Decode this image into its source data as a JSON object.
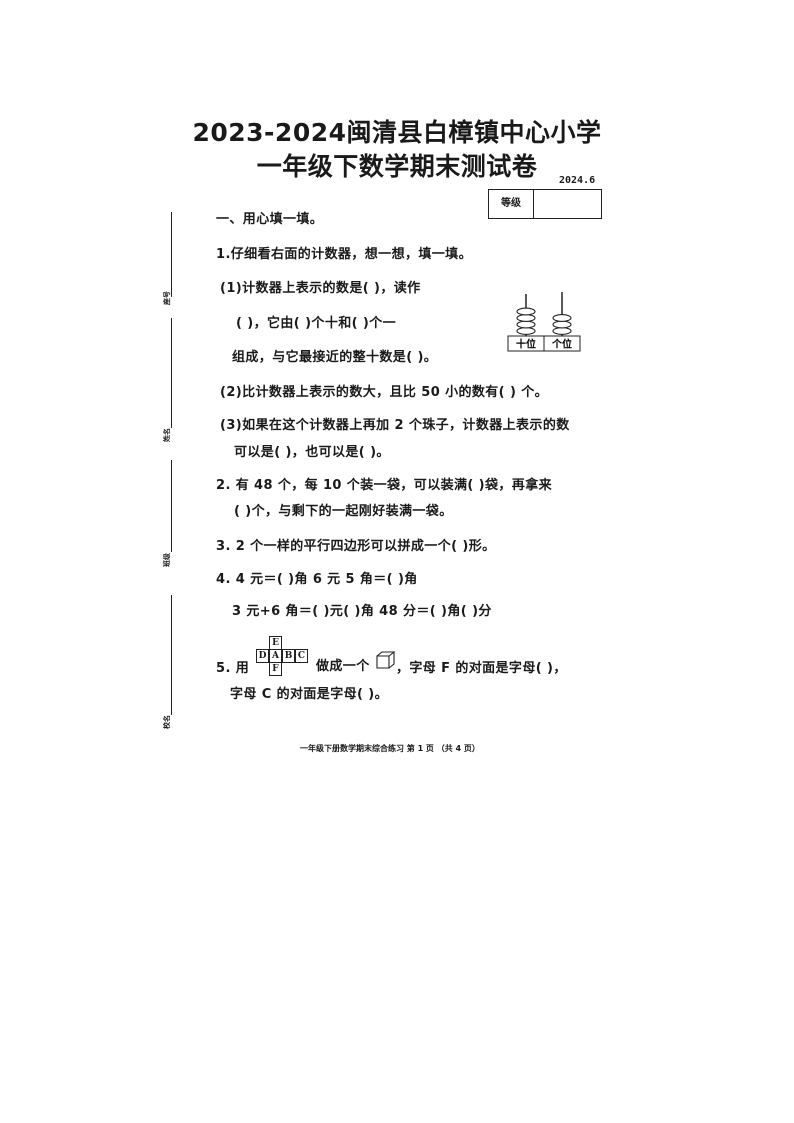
{
  "header": {
    "title_line1": "2023-2024闽清县白樟镇中心小学",
    "title_line2": "一年级下数学期末测试卷",
    "date": "2024.6",
    "grade_label": "等级",
    "grade_value": ""
  },
  "side": {
    "seat": "座号",
    "name": "姓名",
    "class": "班级",
    "school": "校名"
  },
  "section1": {
    "heading": "一、用心填一填。",
    "q1_intro": "1.仔细看右面的计数器，想一想，填一填。",
    "q1_1_line1": "(1)计数器上表示的数是(        )，读作",
    "q1_1_line2": "(        )，它由(   )个十和(     )个一",
    "q1_1_line3": "组成，与它最接近的整十数是(     )。",
    "q1_2": "(2)比计数器上表示的数大，且比 50 小的数有(     ) 个。",
    "q1_3_line1": "(3)如果在这个计数器上再加 2 个珠子，计数器上表示的数",
    "q1_3_line2": "可以是(        )，也可以是(          )。",
    "q2_line1": "2. 有 48 个，每 10 个装一袋，可以装满(      )袋，再拿来",
    "q2_line2": "(        )个，与剩下的一起刚好装满一袋。",
    "q3": "3. 2 个一样的平行四边形可以拼成一个(              )形。",
    "q4_line1": "4. 4 元＝(      )角        6 元 5 角＝(      )角",
    "q4_line2": "3 元+6 角＝(     )元(     )角      48 分＝(     )角(     )分",
    "q5_prefix": "5. 用",
    "q5_mid": "做成一个",
    "q5_rest": "，字母 F 的对面是字母(       )，",
    "q5_line2": "字母 C 的对面是字母(      )。"
  },
  "abacus": {
    "tens_label": "十位",
    "ones_label": "个位",
    "tens_beads": 4,
    "ones_beads": 3
  },
  "net": {
    "top": "E",
    "row": [
      "D",
      "A",
      "B",
      "C"
    ],
    "bottom": "F"
  },
  "footer": {
    "text": "一年级下册数学期末综合练习    第 1 页  （共 4 页）"
  }
}
